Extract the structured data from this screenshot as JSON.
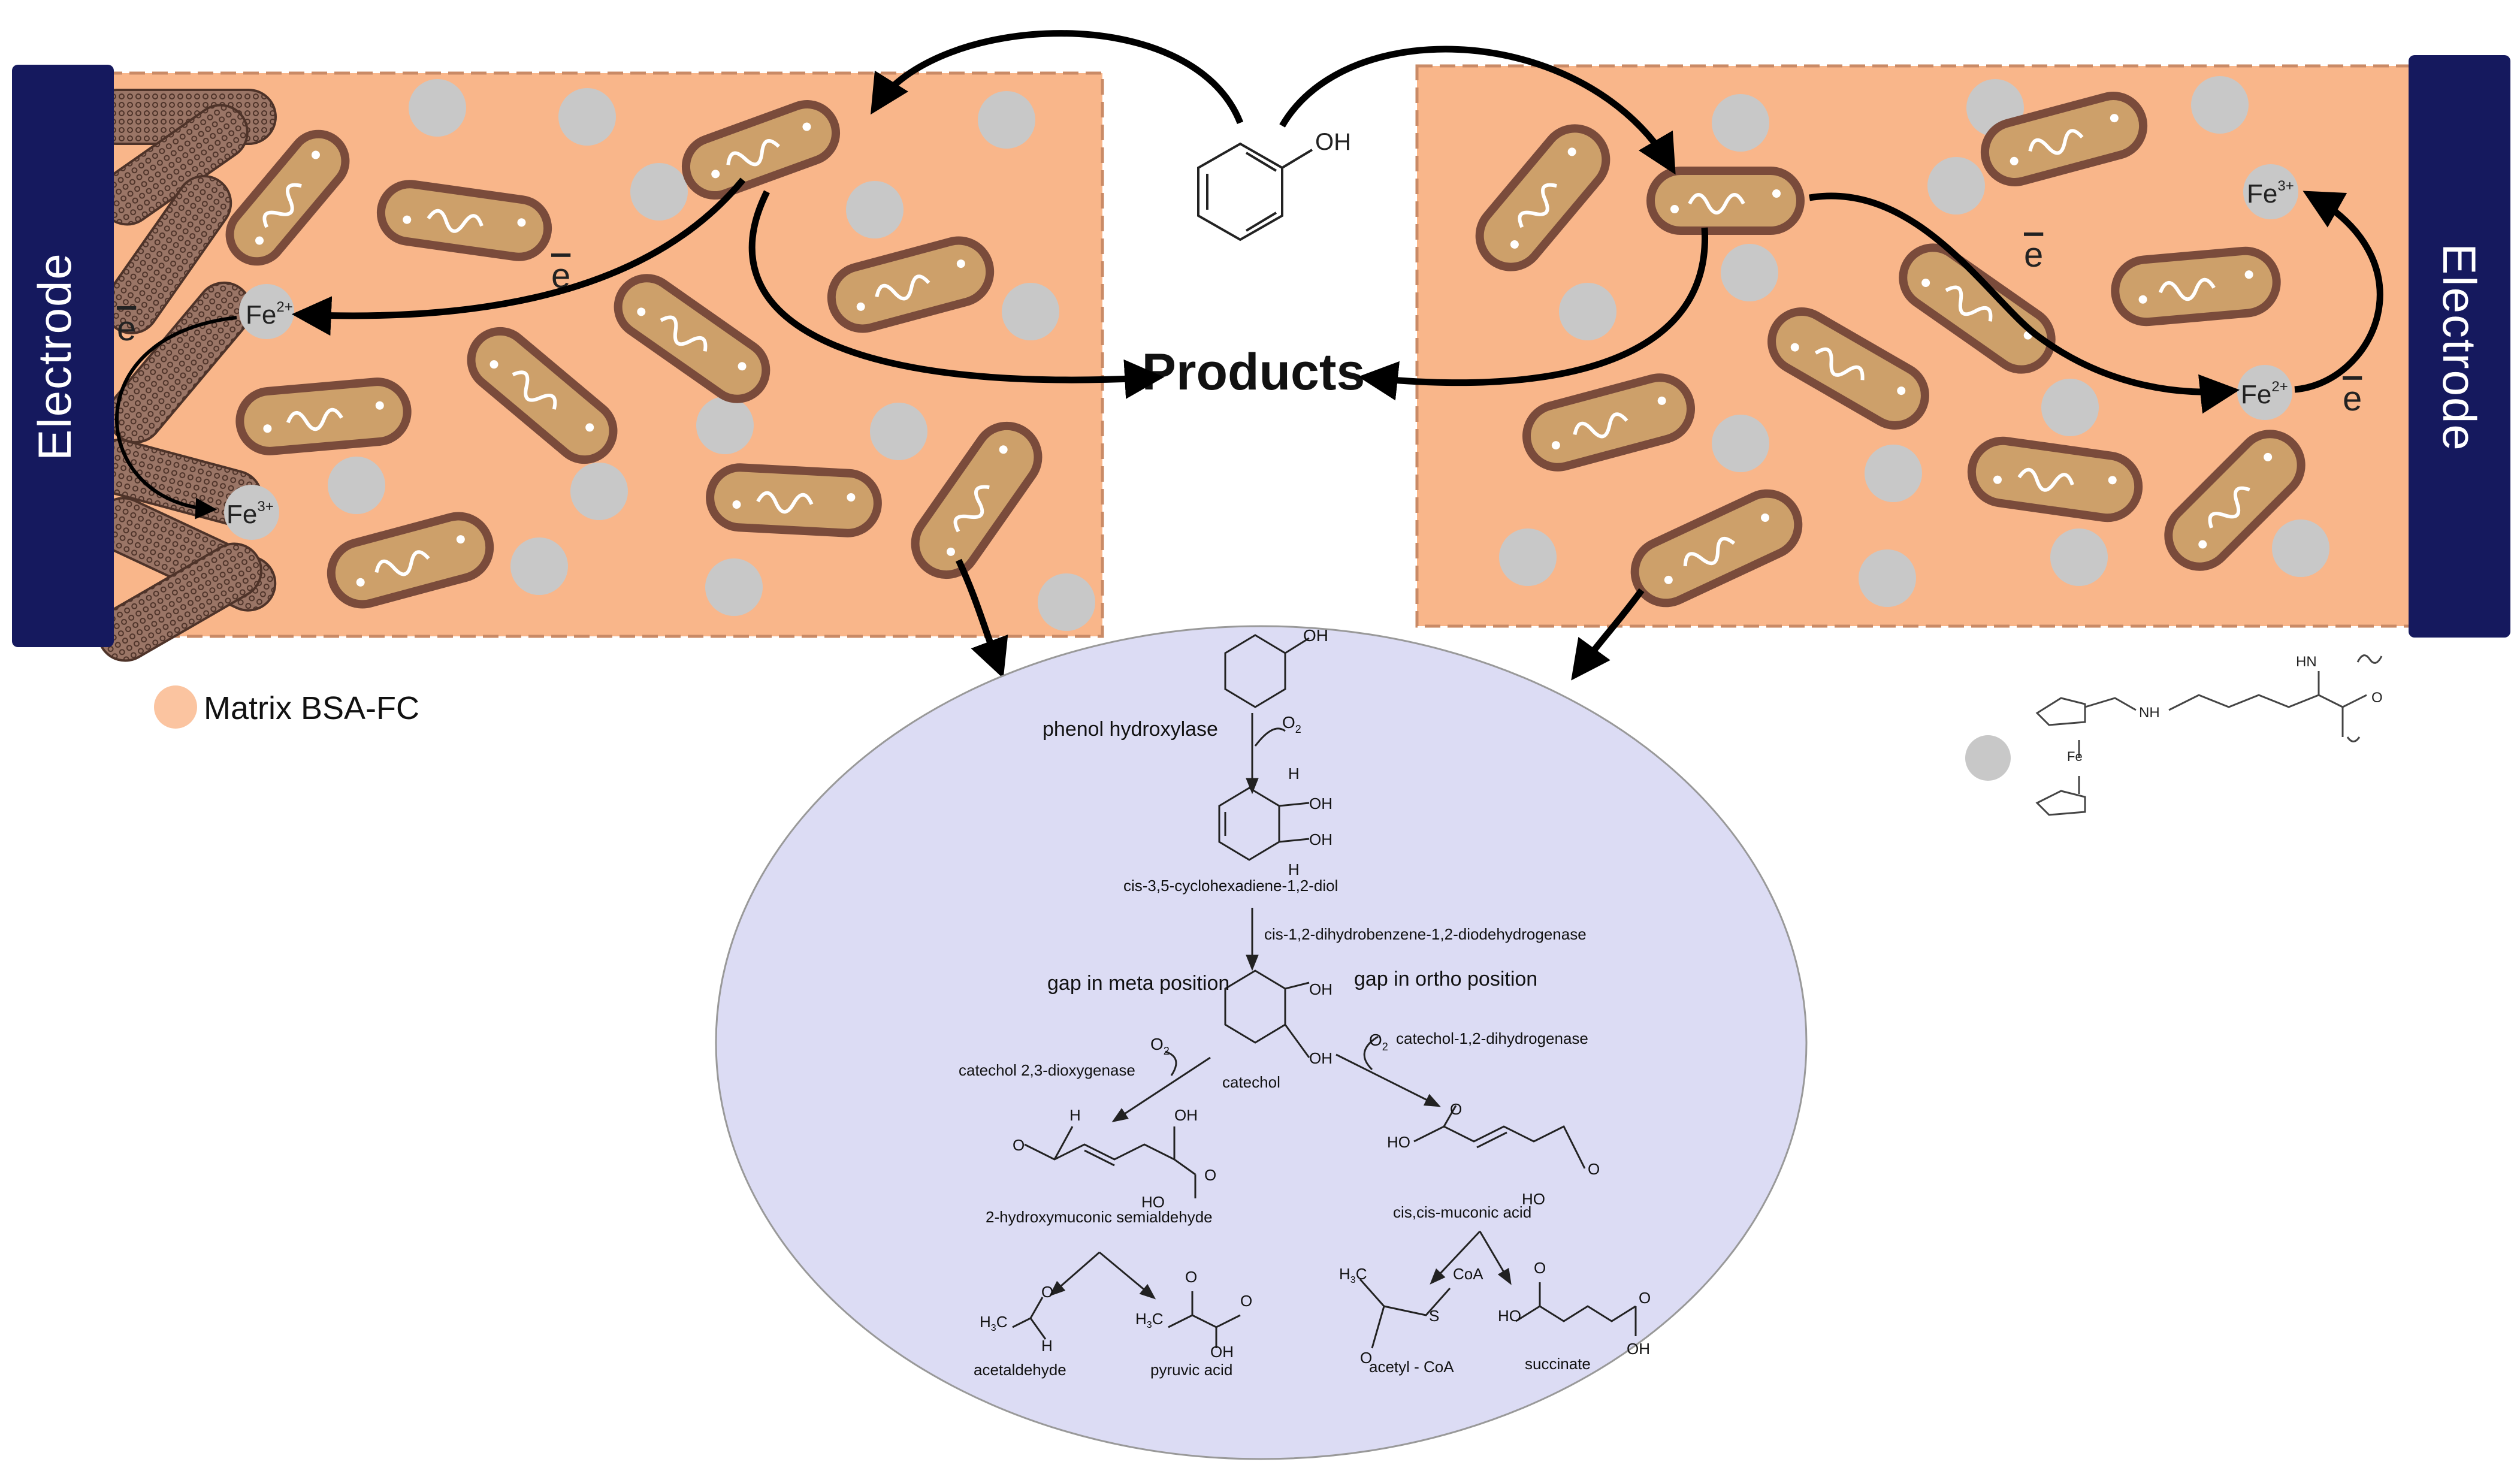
{
  "colors": {
    "matrix_fill": "#f9b68a",
    "matrix_border": "#c98a66",
    "electrode": "#15195e",
    "cell_fill": "#cda06a",
    "cell_border": "#7a4b3b",
    "nanotube": "#8b6a5a",
    "mediator_dot": "#c8c8c8",
    "pathway_bg": "#dcdcf4",
    "arrow": "#000000"
  },
  "labels": {
    "electrode_left": "Electrode",
    "electrode_right": "Electrode",
    "products": "Products",
    "electron": "e",
    "fe2": "Fe",
    "fe2_charge": "2+",
    "fe3": "Fe",
    "fe3_charge": "3+",
    "legend_matrix": "Matrix BSA-FC",
    "phenol_oh": "OH",
    "ferrocene_fe": "Fe",
    "ferrocene_nh": "NH",
    "ferrocene_hn": "HN",
    "ferrocene_o": "O"
  },
  "pathway": {
    "phenol_oh": "OH",
    "enzyme1": "phenol hydroxylase",
    "o2_1": "O",
    "o2_1_sub": "2",
    "diol_h_top": "H",
    "diol_oh1": "OH",
    "diol_oh2": "OH",
    "diol_h_bottom": "H",
    "diol_name": "cis-3,5-cyclohexadiene-1,2-diol",
    "enzyme2": "cis-1,2-dihydrobenzene-1,2-diodehydrogenase",
    "meta": "gap in meta position",
    "ortho": "gap in ortho position",
    "catechol_oh1": "OH",
    "catechol_oh2": "OH",
    "catechol": "catechol",
    "enzyme_meta": "catechol 2,3-dioxygenase",
    "o2_meta": "O",
    "o2_meta_sub": "2",
    "enzyme_ortho": "catechol-1,2-dihydrogenase",
    "o2_ortho": "O",
    "o2_ortho_sub": "2",
    "hms_h": "H",
    "hms_oh": "OH",
    "hms_o1": "O",
    "hms_o2": "O",
    "hms_ho": "HO",
    "hms_name": "2-hydroxymuconic semialdehyde",
    "muc_o1": "O",
    "muc_ho1": "HO",
    "muc_o2": "O",
    "muc_ho2": "HO",
    "muconic_name": "cis,cis-muconic acid",
    "acet_o": "O",
    "acet_h3c": "H",
    "acet_h3c_sub": "3",
    "acet_c": "C",
    "acet_h": "H",
    "acetaldehyde": "acetaldehyde",
    "pyr_o": "O",
    "pyr_h3c": "H",
    "pyr_h3c_sub": "3",
    "pyr_c": "C",
    "pyr_o2": "O",
    "pyr_oh": "OH",
    "pyruvic": "pyruvic acid",
    "acoa_h3c": "H",
    "acoa_h3c_sub": "3",
    "acoa_c": "C",
    "acoa_coa": "CoA",
    "acoa_s": "S",
    "acoa_o": "O",
    "acetyl_coa": "acetyl - CoA",
    "suc_o1": "O",
    "suc_ho": "HO",
    "suc_o2": "O",
    "suc_oh": "OH",
    "succinate": "succinate"
  }
}
